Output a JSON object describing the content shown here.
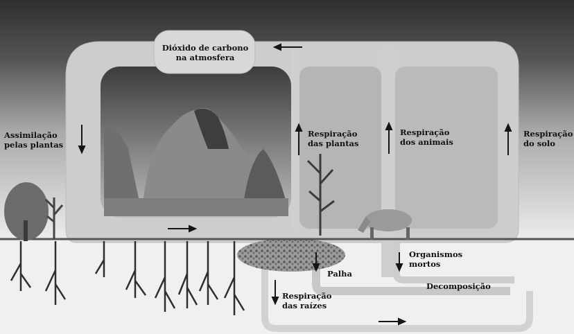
{
  "labels": {
    "co2_line1": "Dióxido de carbono",
    "co2_line2": "na atmosfera",
    "assim_line1": "Assimilação",
    "assim_line2": "pelas plantas",
    "resp_plantas_line1": "Respiração",
    "resp_plantas_line2": "das plantas",
    "resp_animais_line1": "Respiração",
    "resp_animais_line2": "dos animais",
    "resp_solo_line1": "Respiração",
    "resp_solo_line2": "do solo",
    "org_line1": "Organismos",
    "org_line2": "mortos",
    "palha": "Palha",
    "decomposicao": "Decomposição",
    "resp_raizes_line1": "Respiração",
    "resp_raizes_line2": "das raízes"
  },
  "colors": {
    "sky_top": "#3a3a3a",
    "sky_bottom": "#e6e6e6",
    "loop_band": "#cfcfcf",
    "ground": "#f2f2f2",
    "vegetation": "#6e6e6e",
    "arrow": "#1a1a1a"
  }
}
